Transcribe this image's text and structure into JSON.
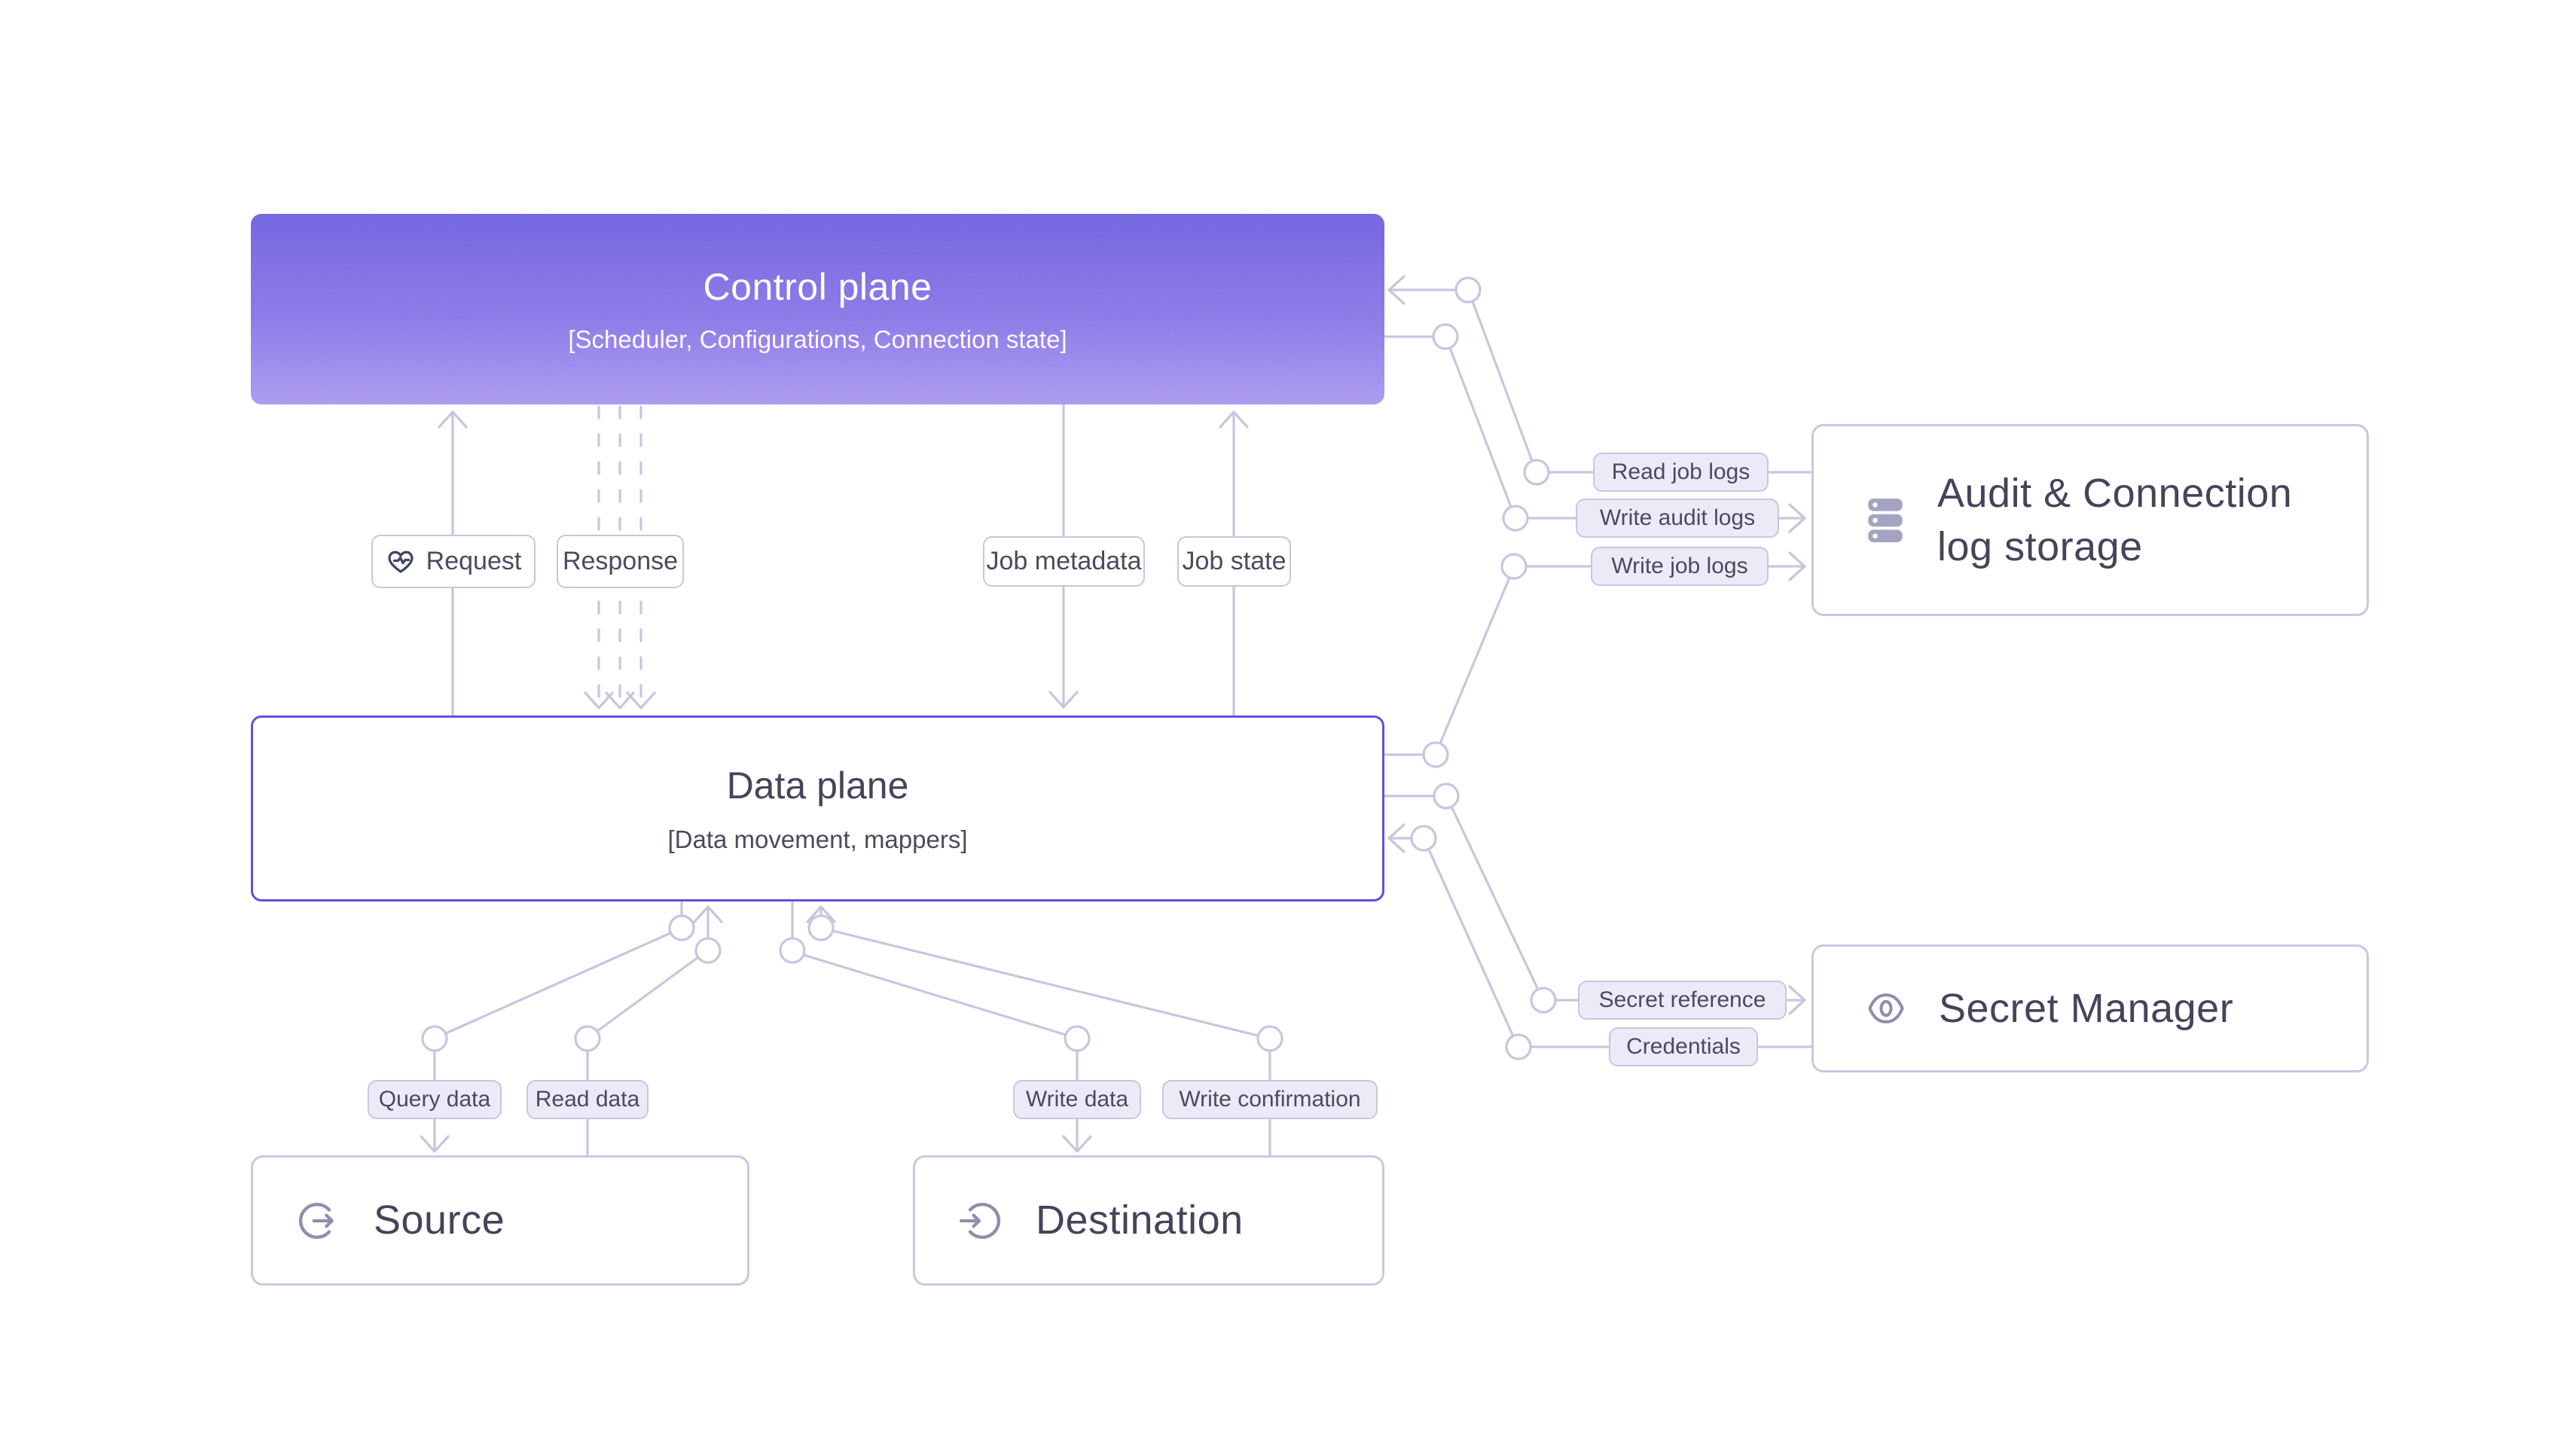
{
  "diagram": {
    "control_plane": {
      "title": "Control plane",
      "subtitle": "[Scheduler, Configurations, Connection state]"
    },
    "data_plane": {
      "title": "Data plane",
      "subtitle": "[Data movement, mappers]"
    },
    "source": {
      "label": "Source"
    },
    "destination": {
      "label": "Destination"
    },
    "audit_storage": {
      "label_line1": "Audit & Connection",
      "label_line2": "log storage"
    },
    "secret_manager": {
      "label": "Secret Manager"
    },
    "edge_labels": {
      "request": "Request",
      "response": "Response",
      "job_metadata": "Job metadata",
      "job_state": "Job state",
      "query_data": "Query data",
      "read_data": "Read data",
      "write_data": "Write data",
      "write_confirmation": "Write confirmation",
      "read_job_logs": "Read job logs",
      "write_audit_logs": "Write audit logs",
      "write_job_logs": "Write job logs",
      "secret_reference": "Secret reference",
      "credentials": "Credentials"
    },
    "icons": {
      "request": "heartbeat-icon",
      "audit_storage": "database-icon",
      "secret_manager": "eye-icon",
      "source": "logout-arrow-icon",
      "destination": "login-arrow-icon"
    },
    "colors": {
      "control_gradient_top": "#6F60DF",
      "control_gradient_bottom": "#A897EF",
      "data_plane_border": "#6150E0",
      "connector": "#C7C6E0",
      "pill_fill": "#EBEBF8",
      "text_dark": "#45445A",
      "icon_gray": "#8F8EAC",
      "heartbeat_icon": "#3E4663"
    }
  }
}
